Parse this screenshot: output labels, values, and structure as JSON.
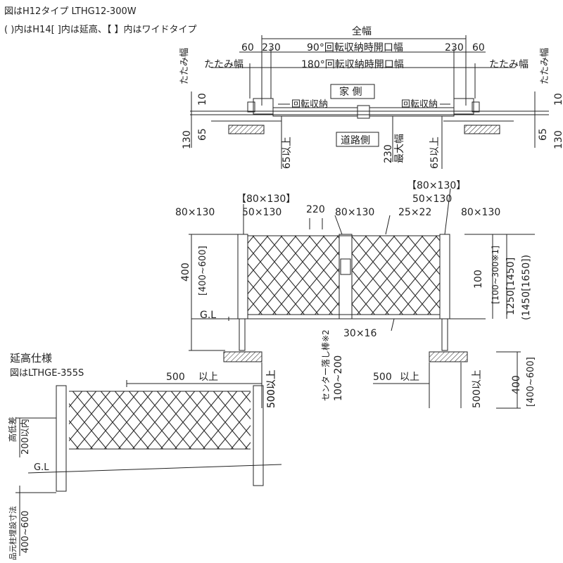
{
  "header": {
    "line1": "図はH12タイプ LTHG12-300W",
    "line2": "( )内はH14[ ]内は延高、【 】内はワイドタイプ"
  },
  "plan_view": {
    "overall_width": "全幅",
    "side_60": "60",
    "side_230": "230",
    "open_90": "90°回転収納時開口幅",
    "open_180": "180°回転収納時開口幅",
    "fold_width": "たたみ幅",
    "fold_width_vertical": "たたみ幅",
    "house_side": "家 側",
    "road_side": "道路側",
    "rotation_storage": "回転収納",
    "dim_10": "10",
    "dim_130": "130",
    "dim_65": "65",
    "dim_65_min": "65以上",
    "max_width_230": "230",
    "max_width_label": "最大幅"
  },
  "elevation": {
    "post_bracket_top": "【80×130】",
    "post_top": "50×130",
    "post_80": "80×130",
    "dim_220": "220",
    "member_25": "25×22",
    "member_30": "30×16",
    "dim_400": "400",
    "dim_400_600": "[400~600]",
    "gl": "G.L",
    "right_100": "100",
    "right_100_300": "[100~300※1]",
    "right_1250": "1250[1450]",
    "right_1450": "(1450[1650])",
    "center_drop": "センター落し棒※2",
    "center_drop_range": "100~200",
    "footing_500": "500",
    "footing_500_min": "500以上",
    "footing_500b": "500",
    "footing_min": "以上",
    "footing_400_right": "400",
    "footing_400_600_right": "[400~600]"
  },
  "extension": {
    "title": "延高仕様",
    "subtitle": "図はLTHGE-355S",
    "dim_500": "500",
    "dim_500_min": "以上",
    "dim_500_vertical": "500以上",
    "height_diff": "高低差",
    "height_diff_value": "200以内",
    "gl": "G.L",
    "embed_depth": "品元柱埋設寸法",
    "embed_range": "400~600"
  },
  "colors": {
    "line": "#222222",
    "accent_red": "#d0201a",
    "background": "#ffffff"
  }
}
